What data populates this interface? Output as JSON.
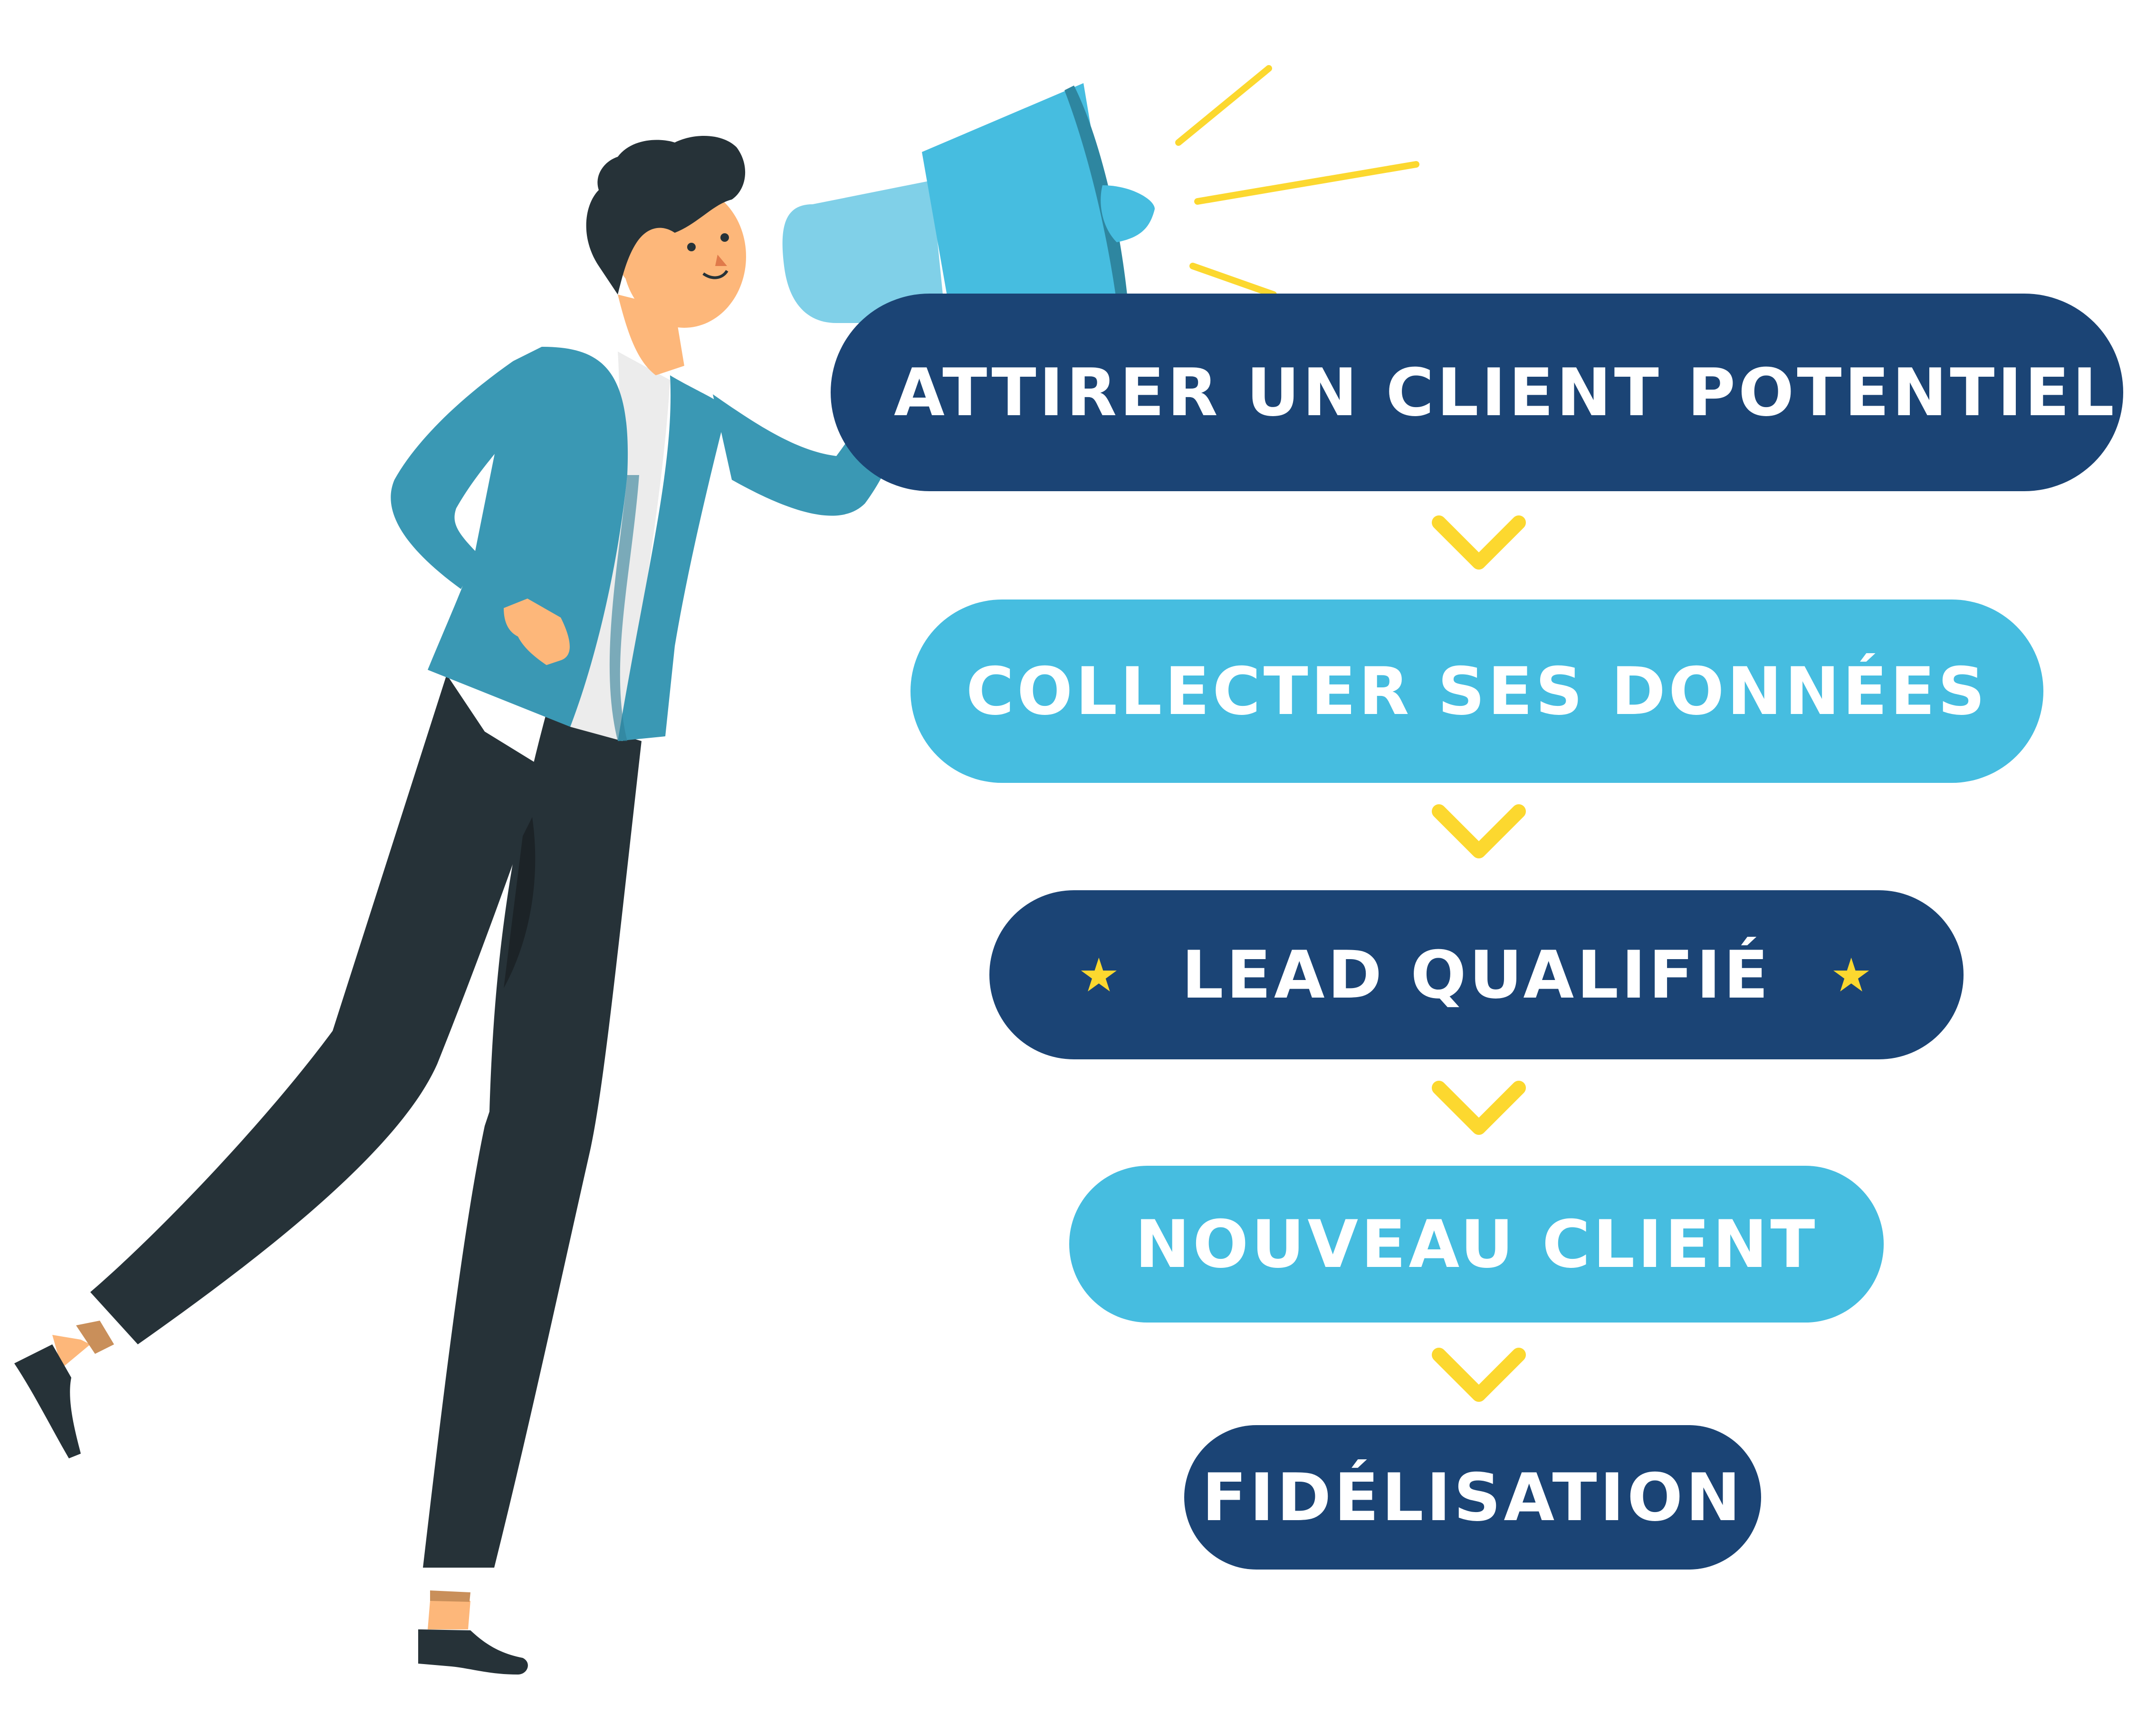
{
  "flow": {
    "steps": [
      {
        "label": "ATTIRER UN CLIENT POTENTIEL",
        "style": "dark"
      },
      {
        "label": "COLLECTER SES DONNÉES",
        "style": "light"
      },
      {
        "label": "LEAD QUALIFIÉ",
        "style": "dark",
        "decoration": "stars"
      },
      {
        "label": "NOUVEAU CLIENT",
        "style": "light"
      },
      {
        "label": "FIDÉLISATION",
        "style": "dark"
      }
    ],
    "connector_icon": "chevron-down-icon"
  },
  "illustration": {
    "subject": "man-with-megaphone",
    "icons": [
      "megaphone-icon",
      "star-icon",
      "chevron-down-icon"
    ]
  },
  "colors": {
    "dark_pill": "#1b4475",
    "light_pill": "#46bde0",
    "chevron": "#fcd82f",
    "star": "#fcd82f",
    "jacket": "#3a98b4",
    "trousers": "#263238",
    "skin": "#fdb77a",
    "hair": "#263238",
    "megaphone_main": "#46bde0",
    "megaphone_back": "#80d0e8",
    "megaphone_rim": "#2e86a0",
    "sound_lines": "#fcd82f"
  }
}
